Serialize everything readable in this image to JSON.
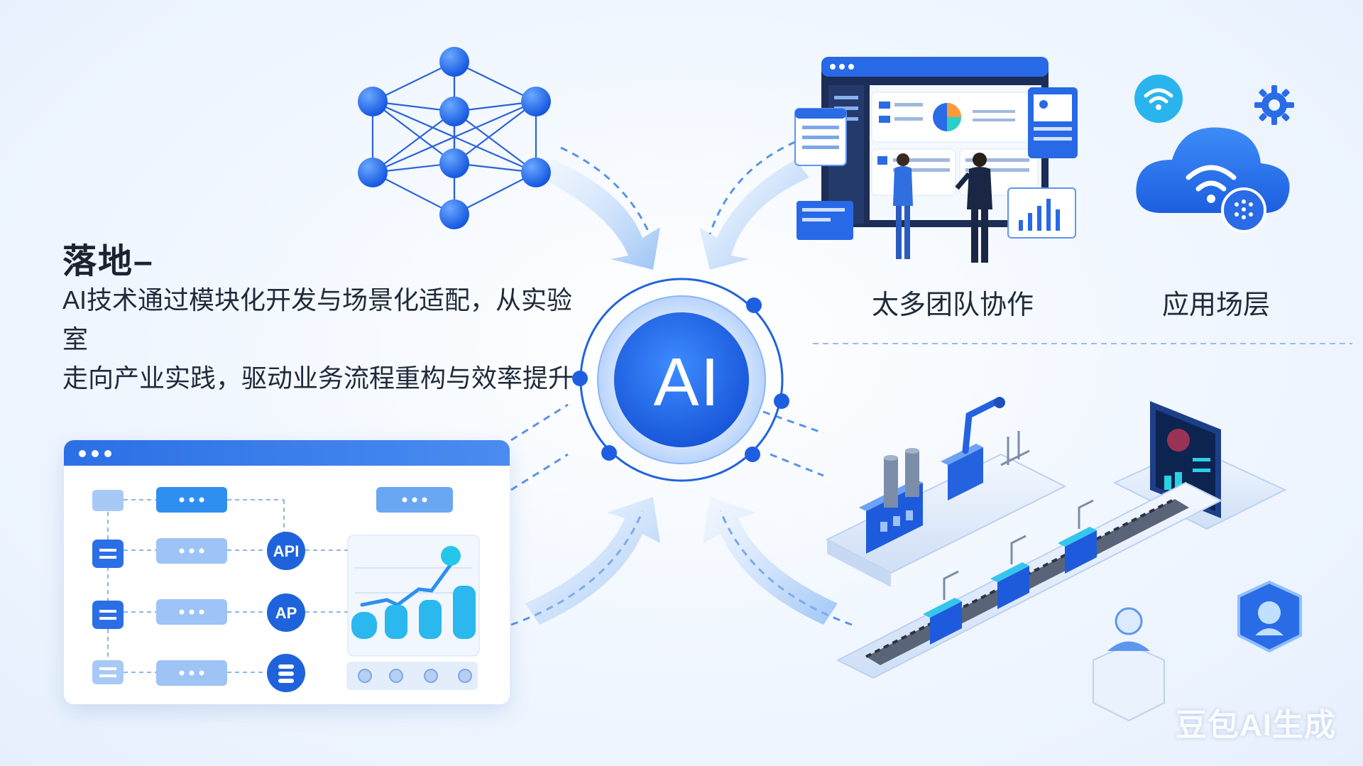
{
  "heading": "落地–",
  "description": {
    "line1": "AI技术通过模块化开发与场景化适配，从实验室",
    "line2": "走向产业实践，驱动业务流程重构与效率提升"
  },
  "center_label": "AI",
  "labels": {
    "team_collab": "太多团队协作",
    "app_scenario": "应用场层"
  },
  "workflow_panel": {
    "api_badges": [
      "API",
      "AP"
    ],
    "dots_label": "•••"
  },
  "watermark": "豆包AI生成",
  "colors": {
    "primary": "#1f6fe5",
    "accent_light": "#5aa2f5",
    "cyan": "#2ad0e6",
    "dark_text": "#1b2230",
    "background": "#eef5fe"
  },
  "icons": [
    "neural-network-icon",
    "dashboard-icon",
    "wifi-icon",
    "gear-icon",
    "cloud-icon",
    "factory-icon",
    "conveyor-icon",
    "shield-icon",
    "database-icon",
    "people-icon"
  ]
}
